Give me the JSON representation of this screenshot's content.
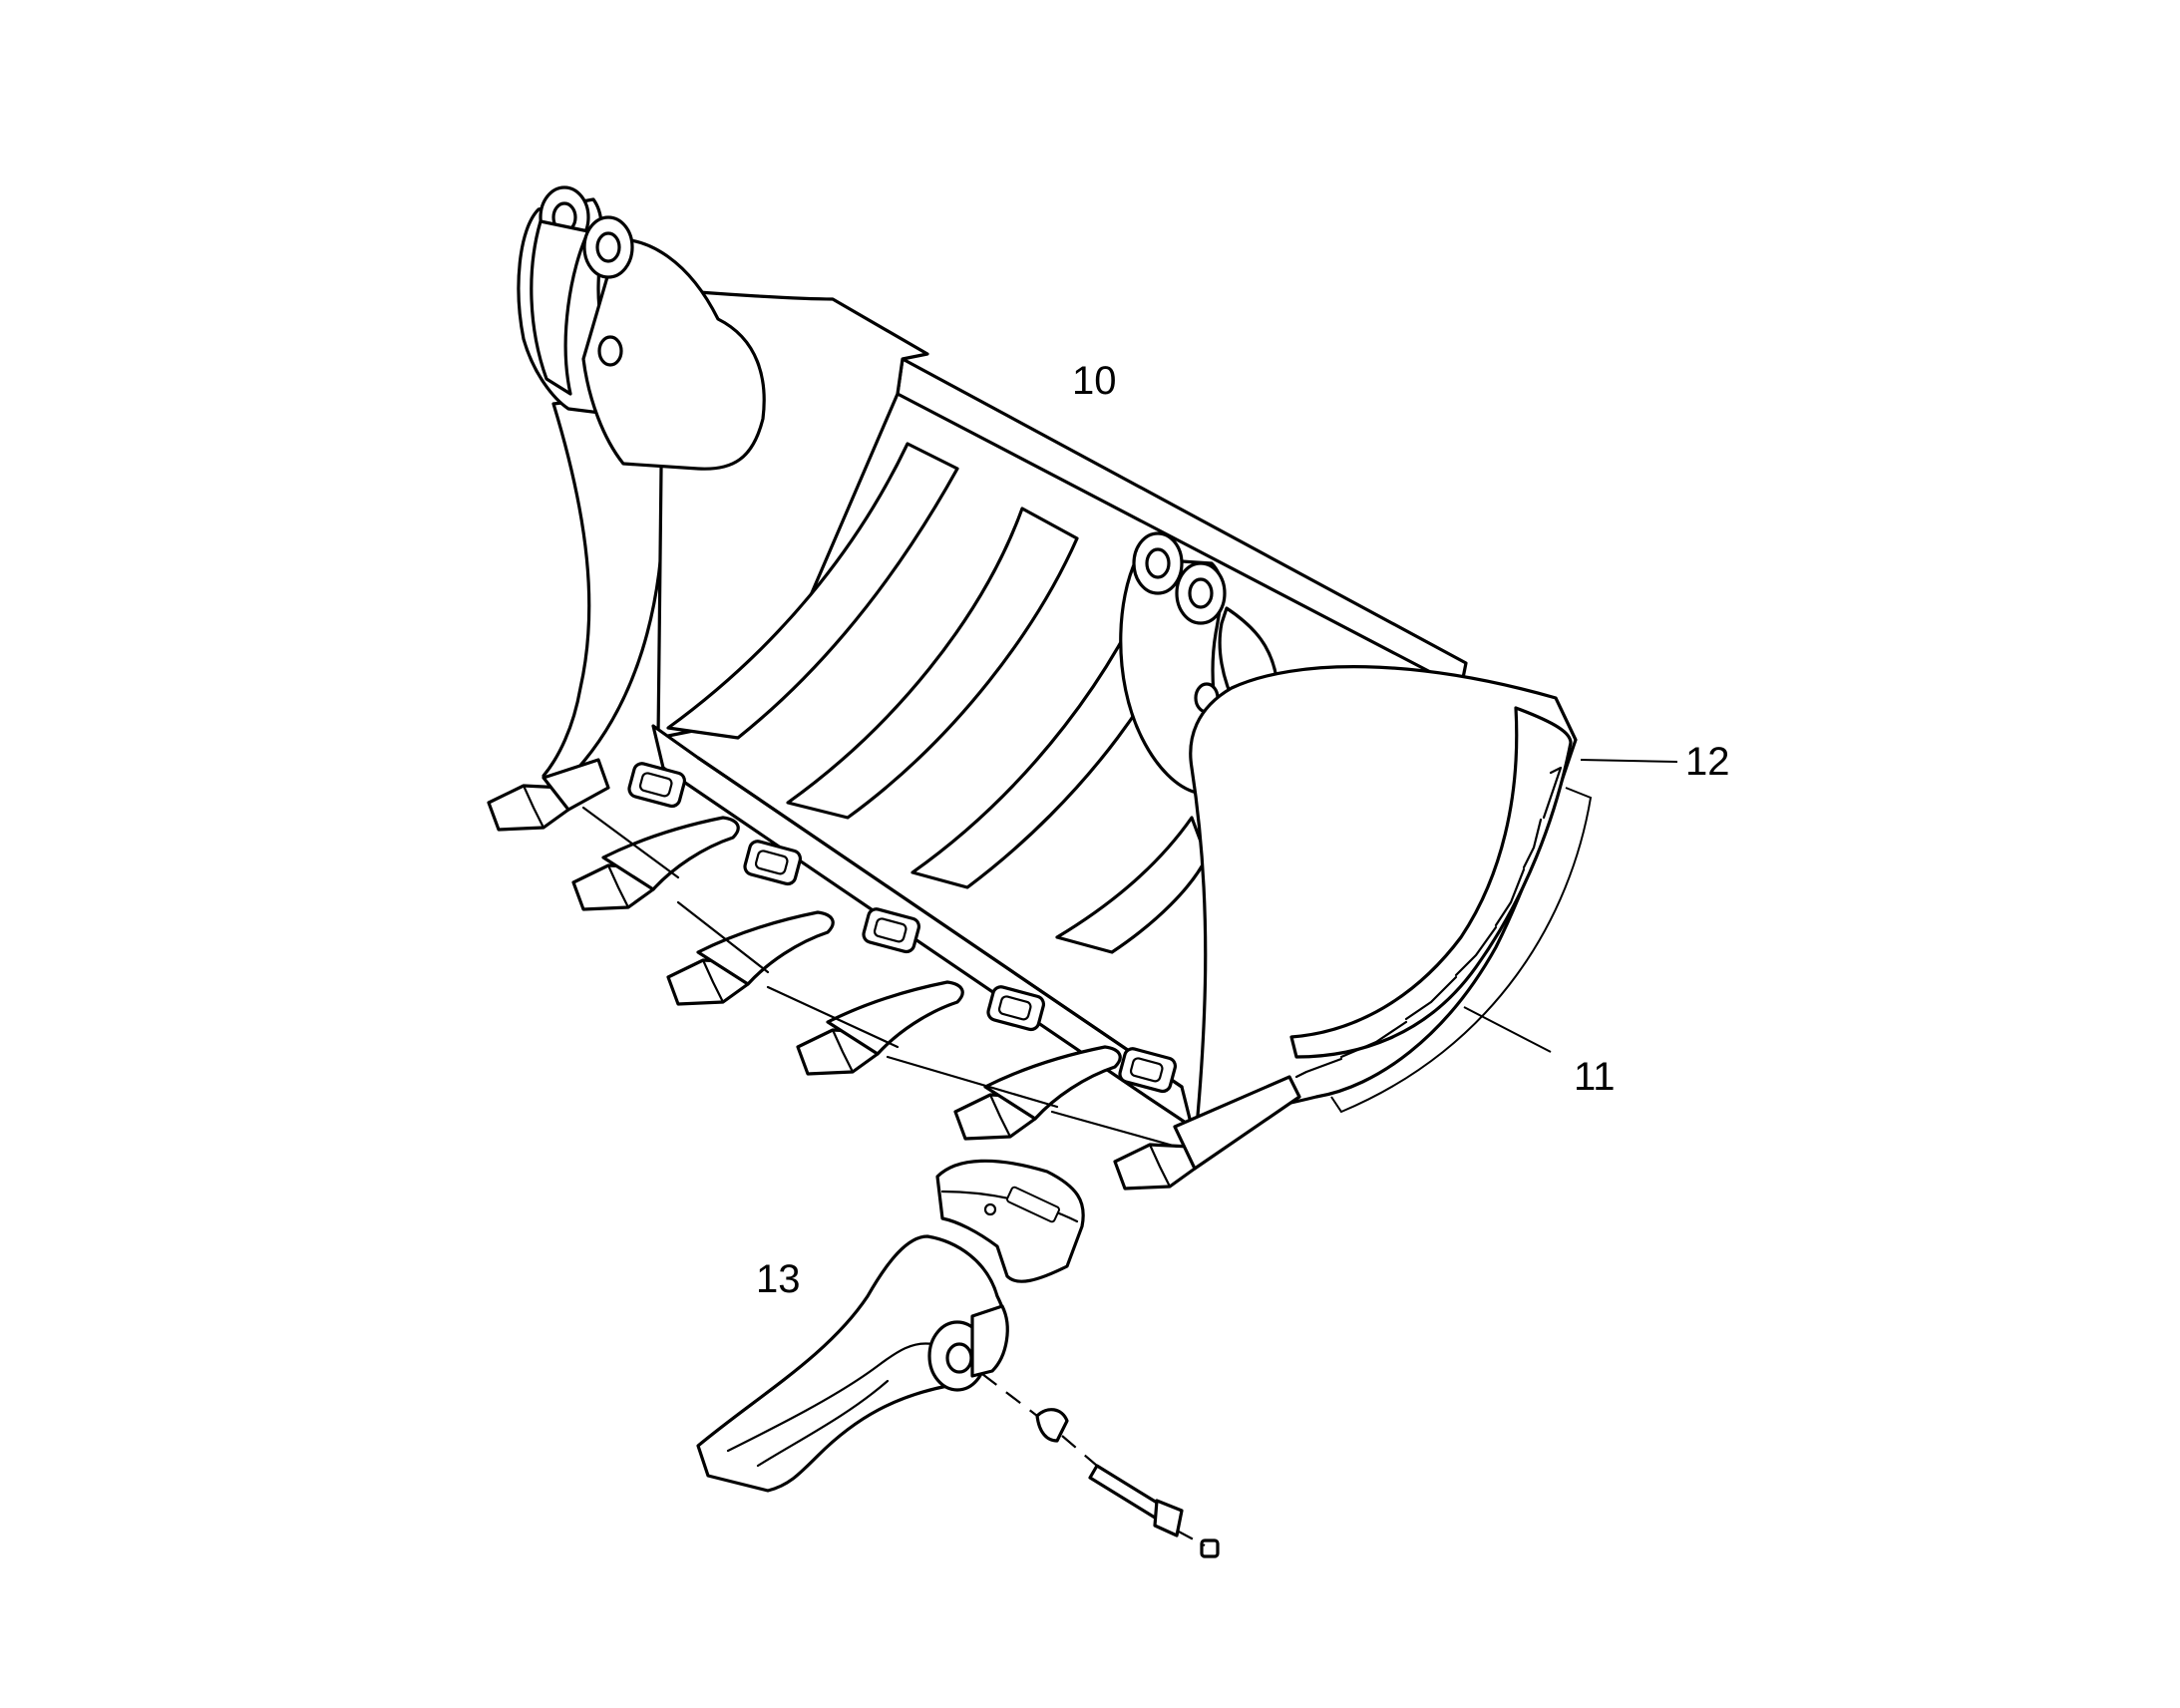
{
  "diagram": {
    "callouts": {
      "bucket": "10",
      "side_cutter_segments": "11",
      "side_cutter_cover": "12",
      "tooth_assembly": "13"
    }
  }
}
